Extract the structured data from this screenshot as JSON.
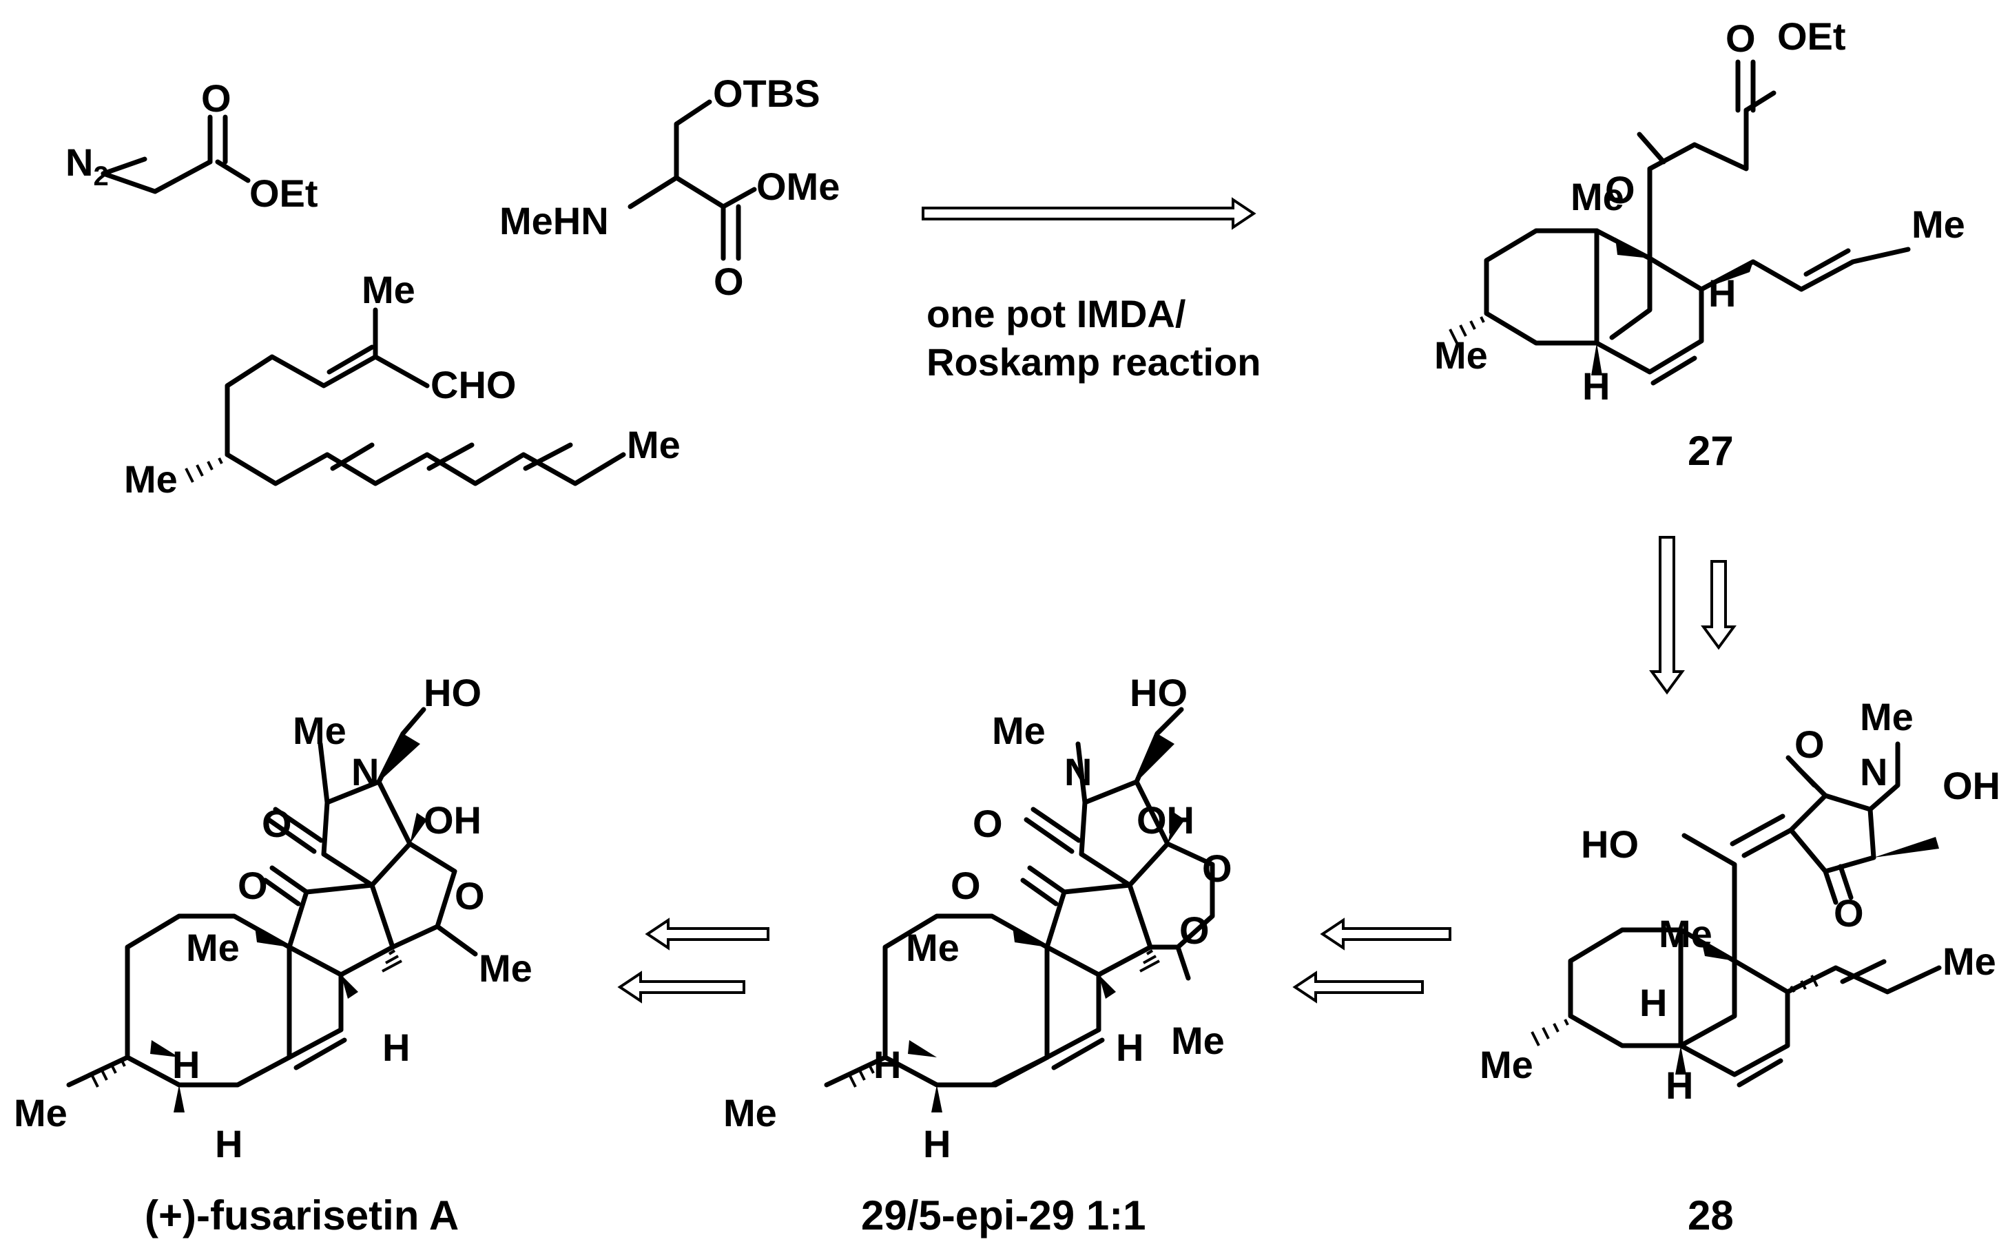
{
  "reaction_condition": {
    "line1": "one pot IMDA/",
    "line2": "Roskamp reaction"
  },
  "compounds": {
    "c27": {
      "caption": "27"
    },
    "c28": {
      "caption": "28"
    },
    "c29": {
      "caption": "29/5-epi-29 1:1"
    },
    "fusarisetin": {
      "caption": "(+)-fusarisetin A"
    }
  },
  "atoms": {
    "N2": "N",
    "N2_sub": "2",
    "OEt": "OEt",
    "OMe": "OMe",
    "OTBS": "OTBS",
    "MeHN": "MeHN",
    "CHO": "CHO",
    "Me": "Me",
    "O": "O",
    "H": "H",
    "N": "N",
    "HO": "HO",
    "OH": "OH"
  },
  "colors": {
    "ink": "#000000",
    "background": "#ffffff"
  }
}
